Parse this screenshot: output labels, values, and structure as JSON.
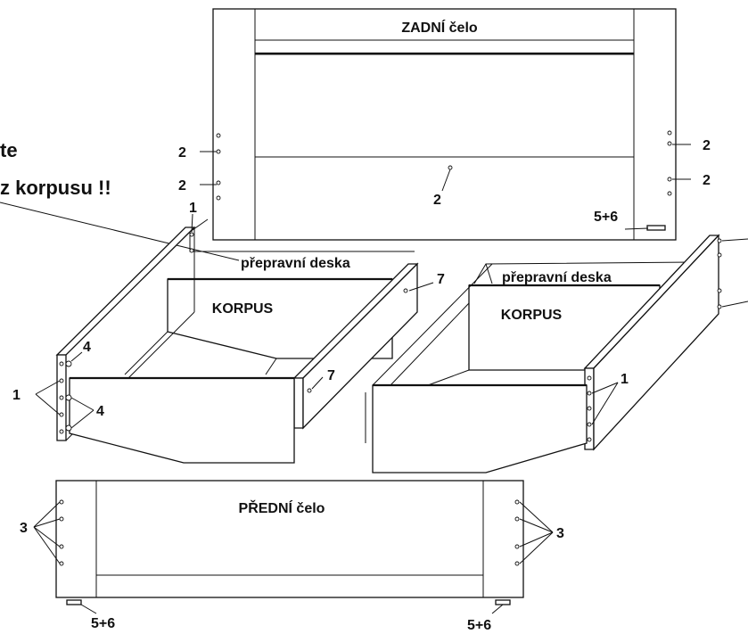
{
  "warning": {
    "line1": "te",
    "line2": "z korpusu !!"
  },
  "back_panel": {
    "title": "ZADNÍ čelo"
  },
  "front_panel": {
    "title": "PŘEDNÍ čelo"
  },
  "left_drawer": {
    "title": "KORPUS",
    "board": "přepravní deska"
  },
  "right_drawer": {
    "title": "KORPUS",
    "board": "přepravní deska"
  },
  "callouts": {
    "back_left_upper": "2",
    "back_left_lower": "2",
    "back_center": "2",
    "back_right_upper": "2",
    "back_right_lower": "2",
    "back_foot": "5+6",
    "left_top": "1",
    "left_side": "1",
    "left_hole_upper": "4",
    "left_hole_lower": "4",
    "left_rear_right": "7",
    "left_front_right": "7",
    "right_front": "1",
    "front_left": "3",
    "front_right": "3",
    "front_foot_left": "5+6",
    "front_foot_right": "5+6"
  }
}
